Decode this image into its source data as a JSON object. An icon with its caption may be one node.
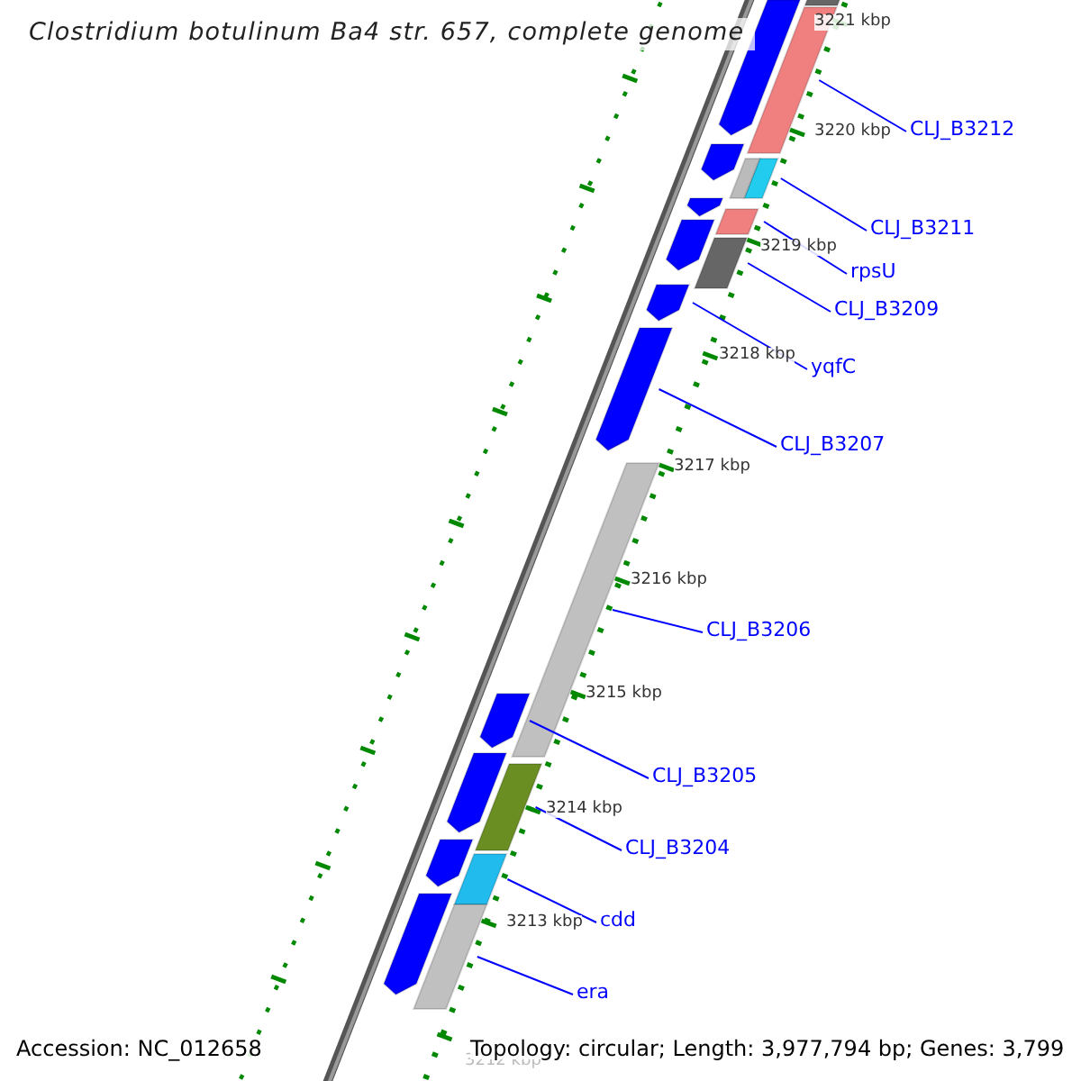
{
  "diagram": {
    "title": "Clostridium botulinum Ba4 str. 657, complete genome",
    "nodes": [
      {
        "text": [
          "CLJ_B3212"
        ]
      },
      {
        "text": [
          "CLJ_B3211"
        ]
      },
      {
        "text": [
          "rpsU"
        ]
      },
      {
        "text": [
          "CLJ_B3209"
        ]
      },
      {
        "text": [
          "yqfC"
        ]
      },
      {
        "text": [
          "CLJ_B3207"
        ]
      },
      {
        "text": [
          "CLJ_B3206"
        ]
      },
      {
        "text": [
          "CLJ_B3205"
        ]
      },
      {
        "text": [
          "CLJ_B3204"
        ]
      },
      {
        "text": [
          "cdd"
        ]
      },
      {
        "text": [
          "era"
        ]
      },
      {
        "text": [],
        "shape": "bar"
      },
      {
        "text": [],
        "shape": "bar"
      },
      {
        "text": [],
        "shape": "bar"
      },
      {
        "text": [],
        "shape": "bar"
      },
      {
        "text": [],
        "shape": "bar"
      },
      {
        "text": [],
        "shape": "bar"
      },
      {
        "text": [],
        "shape": "bar"
      },
      {
        "text": [],
        "shape": "bar"
      },
      {
        "text": [],
        "shape": "bar"
      },
      {
        "text": [],
        "shape": "bar"
      },
      {
        "text": [],
        "shape": "bar"
      },
      {
        "text": [],
        "shape": "bar"
      },
      {
        "text": [],
        "shape": "bar"
      },
      {
        "text": [],
        "shape": "bar"
      },
      {
        "text": [],
        "shape": "bar"
      },
      {
        "text": [],
        "shape": "bar"
      },
      {
        "text": [],
        "shape": "bar"
      },
      {
        "text": [],
        "shape": "bar"
      },
      {
        "text": [],
        "shape": "bar"
      },
      {
        "text": [],
        "shape": "bar"
      }
    ],
    "edges": [
      {
        "from": 0,
        "to": 11,
        "arrow": "none"
      },
      {
        "from": 1,
        "to": 12,
        "arrow": "none"
      },
      {
        "from": 2,
        "to": 13,
        "arrow": "none"
      },
      {
        "from": 3,
        "to": 14,
        "arrow": "none"
      },
      {
        "from": 4,
        "to": 15,
        "arrow": "none"
      },
      {
        "from": 5,
        "to": 16,
        "arrow": "none"
      },
      {
        "from": 6,
        "to": 17,
        "arrow": "none"
      },
      {
        "from": 7,
        "to": 18,
        "arrow": "none"
      },
      {
        "from": 8,
        "to": 19,
        "arrow": "none"
      },
      {
        "from": 9,
        "to": 20,
        "arrow": "none"
      },
      {
        "from": 10,
        "to": 21,
        "arrow": "none"
      }
    ],
    "labels": [
      "3221 kbp",
      "3220 kbp",
      "3219 kbp",
      "3218 kbp",
      "3217 kbp",
      "3216 kbp",
      "3215 kbp",
      "3214 kbp",
      "3213 kbp",
      "3212 kbp",
      "Accession: NC_012658",
      "Topology: circular; Length: 3,977,794 bp; Genes: 3,799"
    ]
  }
}
